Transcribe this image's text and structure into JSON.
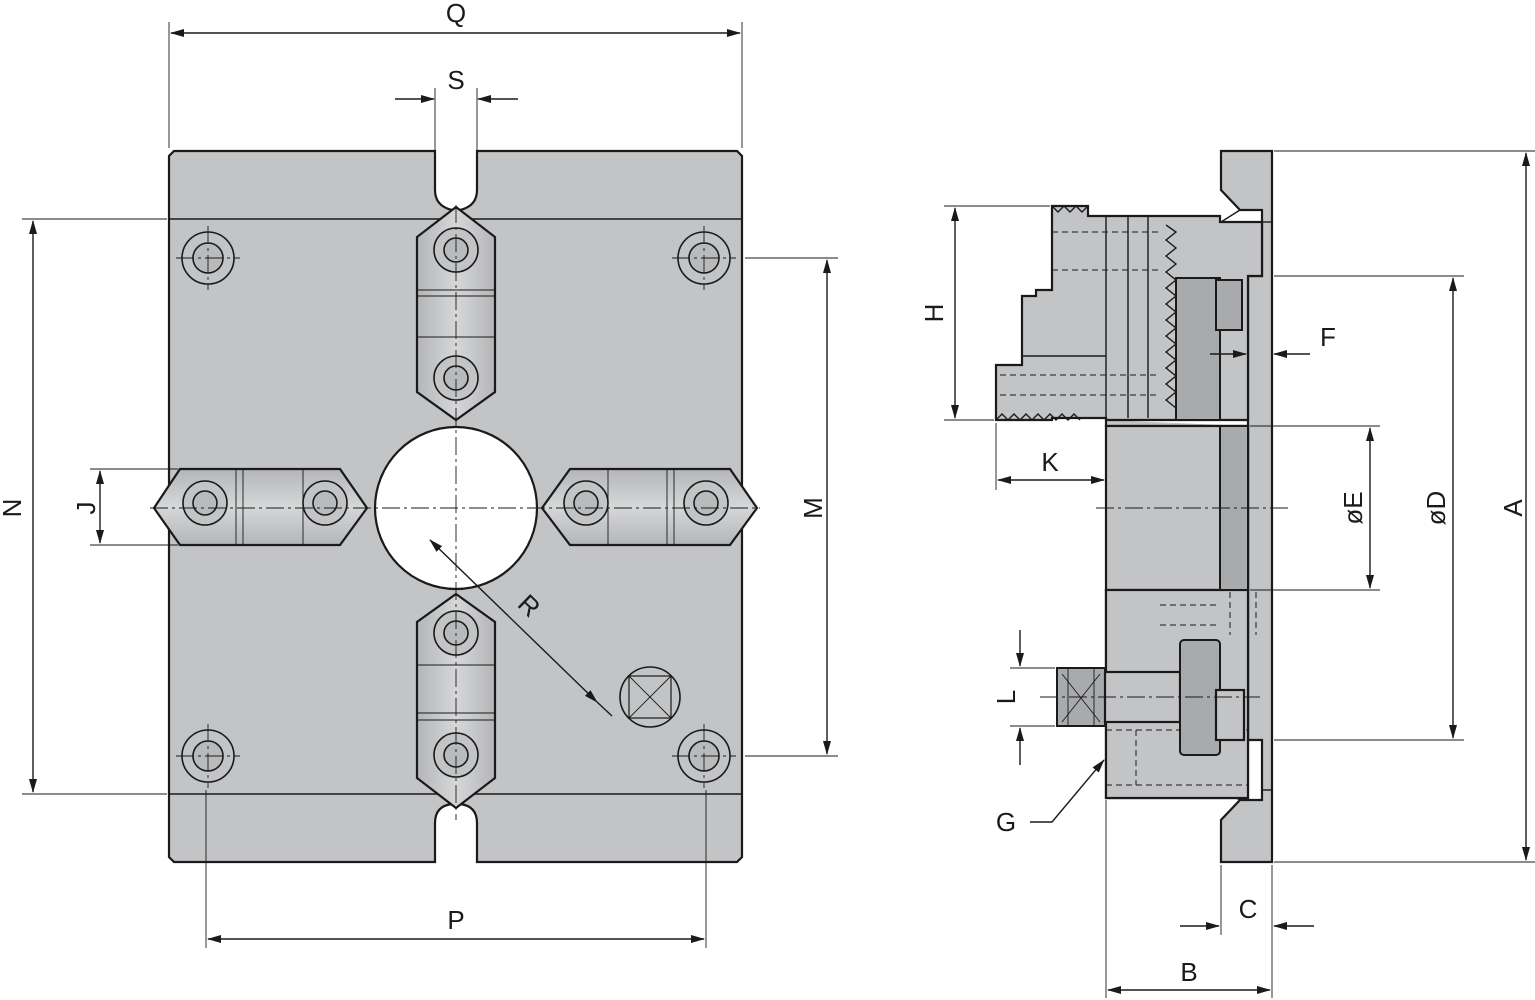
{
  "dimension_labels": {
    "Q": "Q",
    "S": "S",
    "N": "N",
    "J": "J",
    "M": "M",
    "R": "R",
    "P": "P",
    "H": "H",
    "K": "K",
    "F": "F",
    "E": "øE",
    "D": "øD",
    "A": "A",
    "L": "L",
    "G": "G",
    "C": "C",
    "B": "B"
  },
  "colors": {
    "body": "#c3c4c6",
    "outline": "#1a1a1a",
    "background": "#ffffff"
  }
}
